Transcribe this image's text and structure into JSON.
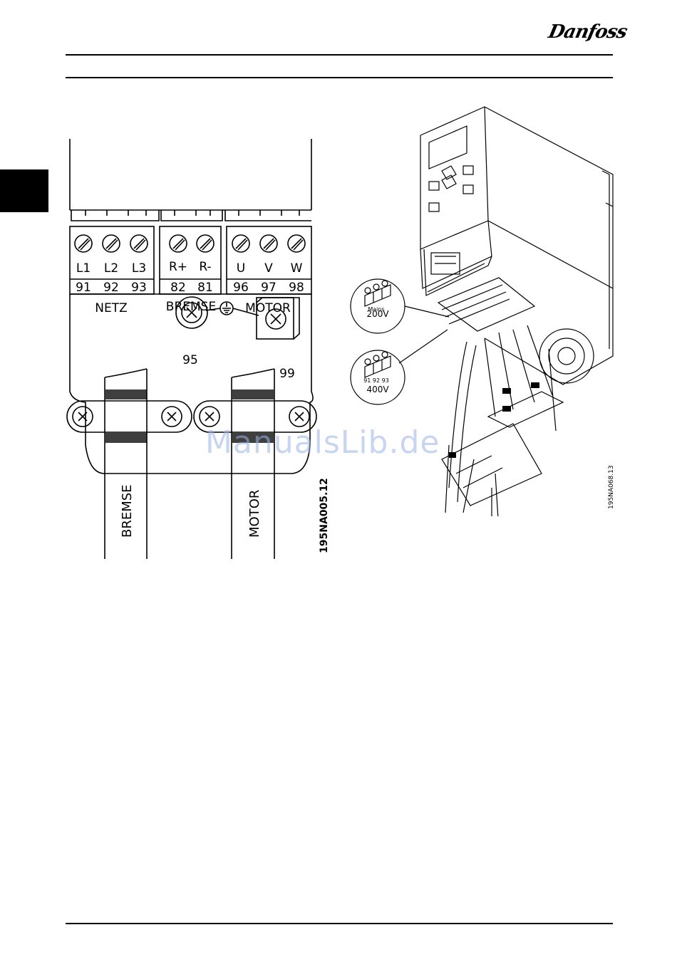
{
  "header": {
    "logo_text": "Danfoss"
  },
  "watermark": "ManualsLib.de",
  "left_diagram": {
    "terminals": {
      "netz": [
        {
          "label": "L1",
          "number": "91"
        },
        {
          "label": "L2",
          "number": "92"
        },
        {
          "label": "L3",
          "number": "93"
        }
      ],
      "bremse": [
        {
          "label": "R+",
          "number": "82"
        },
        {
          "label": "R-",
          "number": "81"
        }
      ],
      "motor": [
        {
          "label": "U",
          "number": "96"
        },
        {
          "label": "V",
          "number": "97"
        },
        {
          "label": "W",
          "number": "98"
        }
      ]
    },
    "group_labels": {
      "netz": "NETZ",
      "bremse": "BREMSE",
      "motor": "MOTOR"
    },
    "ground_labels": {
      "left": "95",
      "right": "99"
    },
    "cable_labels": {
      "left": "BREMSE",
      "right": "MOTOR"
    },
    "code": "195NA005.12"
  },
  "right_diagram": {
    "callouts": [
      {
        "voltage": "200V",
        "text": "Mains"
      },
      {
        "voltage": "400V",
        "text": "91 92 93"
      }
    ],
    "code": "195NA068.13"
  },
  "colors": {
    "ink": "#000000",
    "watermark": "#9ab4e6"
  }
}
